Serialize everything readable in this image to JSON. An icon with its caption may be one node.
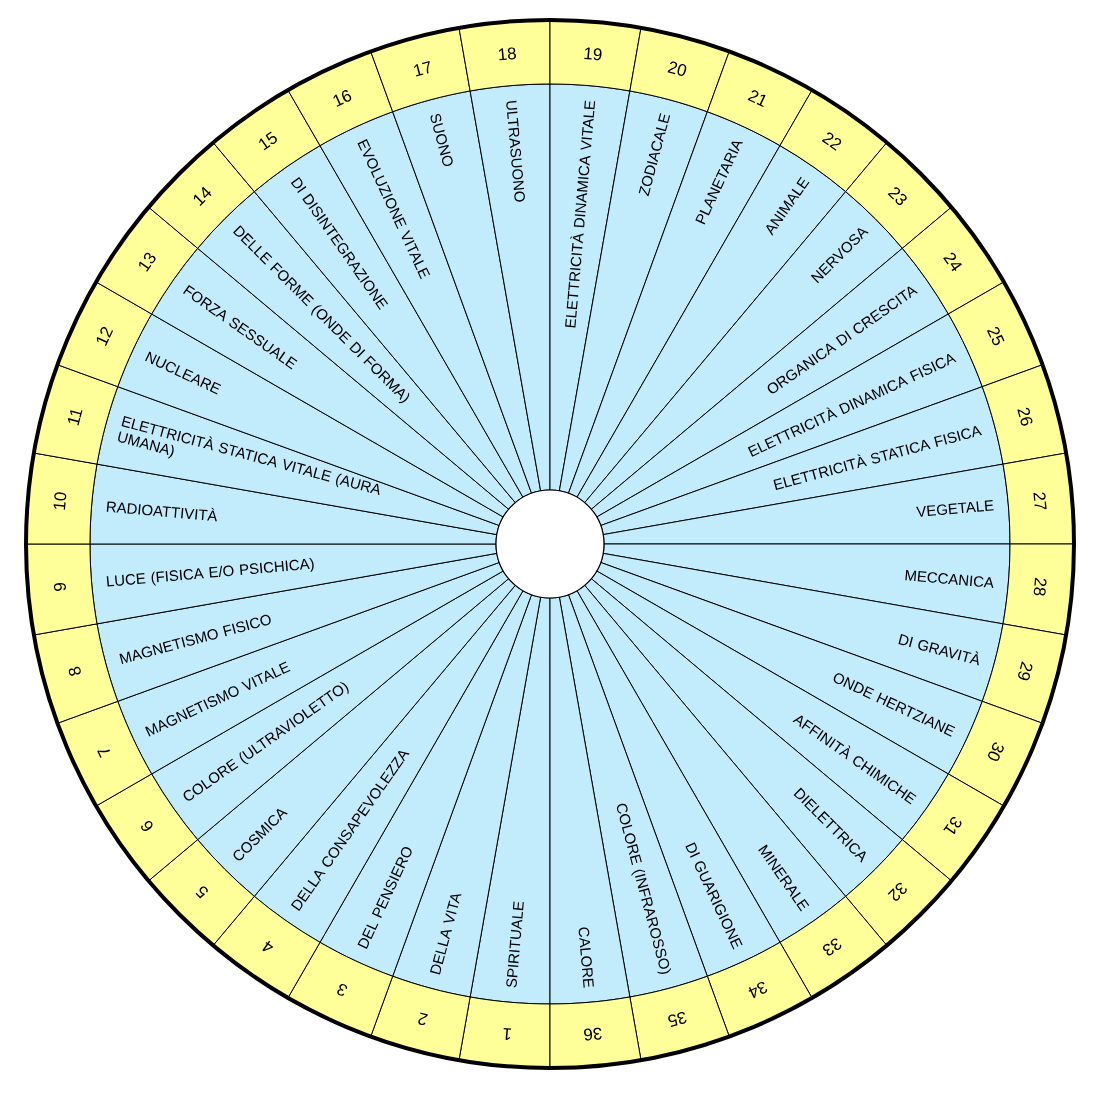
{
  "diagram": {
    "nodes": [
      {
        "text": [
          "1",
          "SPIRITUALE"
        ]
      },
      {
        "text": [
          "2",
          "DELLA VITA"
        ]
      },
      {
        "text": [
          "3",
          "DEL PENSIERO"
        ]
      },
      {
        "text": [
          "4",
          "DELLA CONSAPEVOLEZZA"
        ]
      },
      {
        "text": [
          "5",
          "COSMICA"
        ]
      },
      {
        "text": [
          "6",
          "COLORE (ULTRAVIOLETTO)"
        ]
      },
      {
        "text": [
          "7",
          "MAGNETISMO VITALE"
        ]
      },
      {
        "text": [
          "8",
          "MAGNETISMO FISICO"
        ]
      },
      {
        "text": [
          "9",
          "LUCE (FISICA E/O PSICHICA)"
        ]
      },
      {
        "text": [
          "10",
          "RADIOATTIVITÀ"
        ]
      },
      {
        "text": [
          "11",
          "ELETTRICITÀ STATICA VITALE (AURA UMANA)"
        ]
      },
      {
        "text": [
          "12",
          "NUCLEARE"
        ]
      },
      {
        "text": [
          "13",
          "FORZA SESSUALE"
        ]
      },
      {
        "text": [
          "14",
          "DELLE FORME (ONDE DI FORMA)"
        ]
      },
      {
        "text": [
          "15",
          "DI DISINTEGRAZIONE"
        ]
      },
      {
        "text": [
          "16",
          "EVOLUZIONE VITALE"
        ]
      },
      {
        "text": [
          "17",
          "SUONO"
        ]
      },
      {
        "text": [
          "18",
          "ULTRASUONO"
        ]
      },
      {
        "text": [
          "19",
          "ELETTRICITÀ DINAMICA VITALE"
        ]
      },
      {
        "text": [
          "20",
          "ZODIACALE"
        ]
      },
      {
        "text": [
          "21",
          "PLANETARIA"
        ]
      },
      {
        "text": [
          "22",
          "ANIMALE"
        ]
      },
      {
        "text": [
          "23",
          "NERVOSA"
        ]
      },
      {
        "text": [
          "24",
          "ORGANICA DI CRESCITA"
        ]
      },
      {
        "text": [
          "25",
          "ELETTRICITÀ DINAMICA FISICA"
        ]
      },
      {
        "text": [
          "26",
          "ELETTRICITÀ STATICA FISICA"
        ]
      },
      {
        "text": [
          "27",
          "VEGETALE"
        ]
      },
      {
        "text": [
          "28",
          "MECCANICA"
        ]
      },
      {
        "text": [
          "29",
          "DI GRAVITÀ"
        ]
      },
      {
        "text": [
          "30",
          "ONDE HERTZIANE"
        ]
      },
      {
        "text": [
          "31",
          "AFFINITÀ CHIMICHE"
        ]
      },
      {
        "text": [
          "32",
          "DIELETTRICA"
        ]
      },
      {
        "text": [
          "33",
          "MINERALE"
        ]
      },
      {
        "text": [
          "34",
          "DI GUARIGIONE"
        ]
      },
      {
        "text": [
          "35",
          "COLORE (INFRAROSSO)"
        ]
      },
      {
        "text": [
          "36",
          "CALORE"
        ]
      }
    ]
  }
}
